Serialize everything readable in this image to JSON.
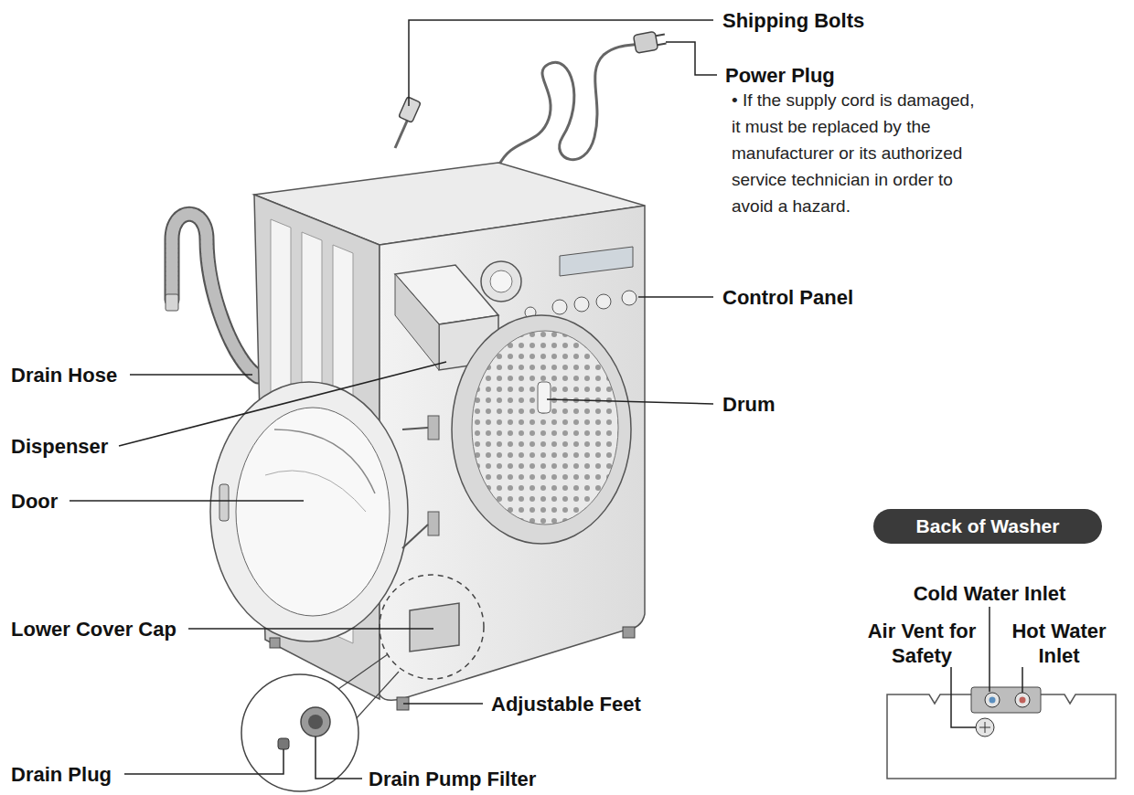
{
  "diagram": {
    "nodes": [
      {
        "text": [
          "Back of Washer"
        ]
      }
    ],
    "labels": [
      "Shipping Bolts",
      "Power Plug",
      "• If the supply cord is damaged, it must be replaced by the manufacturer or its authorized service technician in order to avoid a hazard.",
      "Control Panel",
      "Drain Hose",
      "Drum",
      "Dispenser",
      "Door",
      "Lower Cover Cap",
      "Adjustable Feet",
      "Drain Plug",
      "Drain Pump Filter",
      "Cold Water Inlet",
      "Air Vent for Safety",
      "Hot Water Inlet"
    ]
  }
}
